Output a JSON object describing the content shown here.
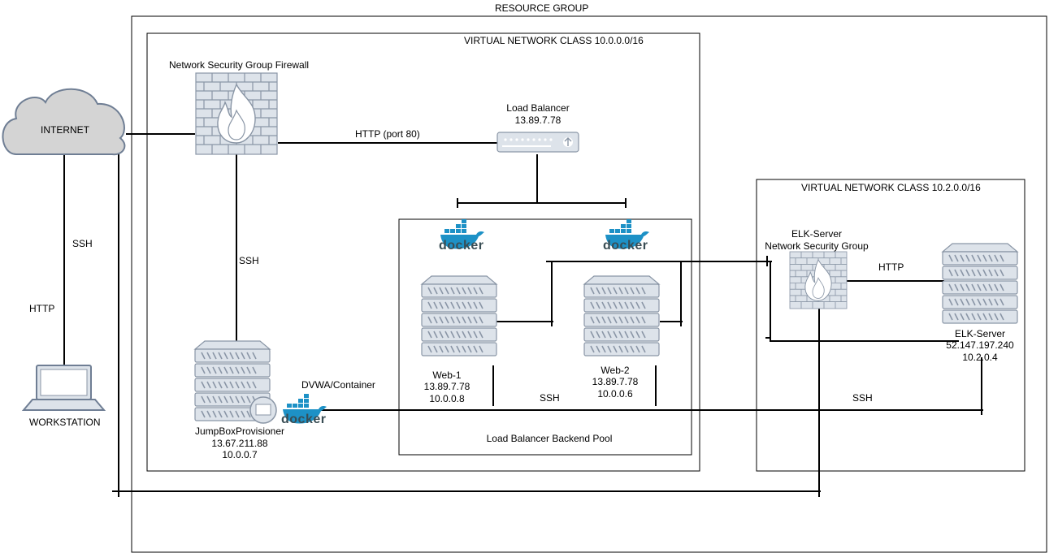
{
  "resource_group": {
    "title": "RESOURCE GROUP"
  },
  "vnet1": {
    "title": "VIRTUAL NETWORK CLASS 10.0.0.0/16"
  },
  "vnet2": {
    "title": "VIRTUAL NETWORK CLASS 10.2.0.0/16"
  },
  "internet": {
    "label": "INTERNET"
  },
  "workstation": {
    "label": "WORKSTATION"
  },
  "firewall": {
    "label": "Network Security Group Firewall"
  },
  "load_balancer": {
    "name": "Load Balancer",
    "ip": "13.89.7.78"
  },
  "backend_pool": {
    "label": "Load Balancer Backend Pool"
  },
  "web1": {
    "name": "Web-1",
    "public_ip": "13.89.7.78",
    "private_ip": "10.0.0.8"
  },
  "web2": {
    "name": "Web-2",
    "public_ip": "13.89.7.78",
    "private_ip": "10.0.0.6"
  },
  "jumpbox": {
    "name": "JumpBoxProvisioner",
    "public_ip": "13.67.211.88",
    "private_ip": "10.0.0.7",
    "container_label": "DVWA/Container"
  },
  "elk_nsg": {
    "line1": "ELK-Server",
    "line2": "Network Security Group"
  },
  "elk_server": {
    "name": "ELK-Server",
    "public_ip": "52.147.197.240",
    "private_ip": "10.2.0.4"
  },
  "docker": {
    "logo_text": "docker"
  },
  "connections": {
    "internet_workstation_ssh": "SSH",
    "internet_workstation_http": "HTTP",
    "firewall_lb": "HTTP (port 80)",
    "firewall_jumpbox": "SSH",
    "jumpbox_webs": "SSH",
    "jumpbox_elk": "SSH",
    "elk_nsg_server": "HTTP"
  },
  "colors": {
    "server_fill": "#dde3ea",
    "server_stroke": "#8a96a6",
    "cloud_fill": "#d4d4d4",
    "cloud_stroke": "#6f7e94",
    "docker_blue": "#1d91c6",
    "docker_text": "#394d54",
    "flame_fill": "#ffffff",
    "line": "#000000"
  }
}
